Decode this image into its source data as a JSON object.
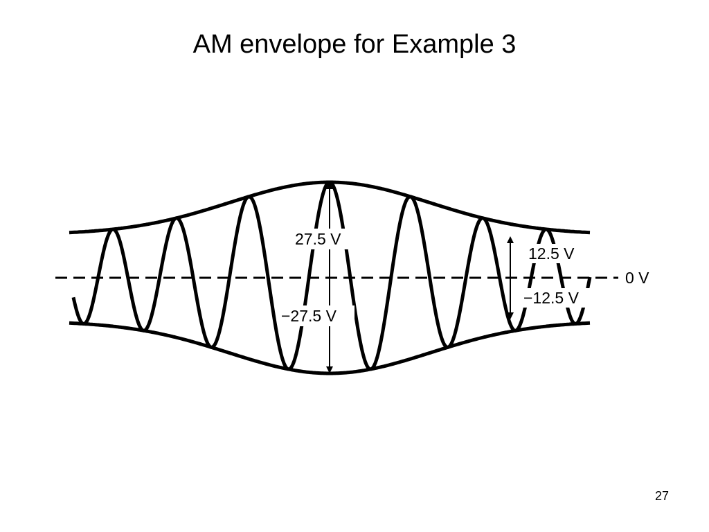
{
  "slide": {
    "title": "AM envelope for Example 3",
    "page_number": "27"
  },
  "diagram": {
    "labels": {
      "max_peak": "27.5 V",
      "max_trough": "−27.5 V",
      "min_peak": "12.5 V",
      "min_trough": "−12.5 V",
      "zero_line": "0 V"
    },
    "envelope": {
      "max_amplitude_v": 27.5,
      "min_amplitude_v": 12.5
    },
    "colors": {
      "stroke": "#000000",
      "background": "#ffffff"
    }
  }
}
